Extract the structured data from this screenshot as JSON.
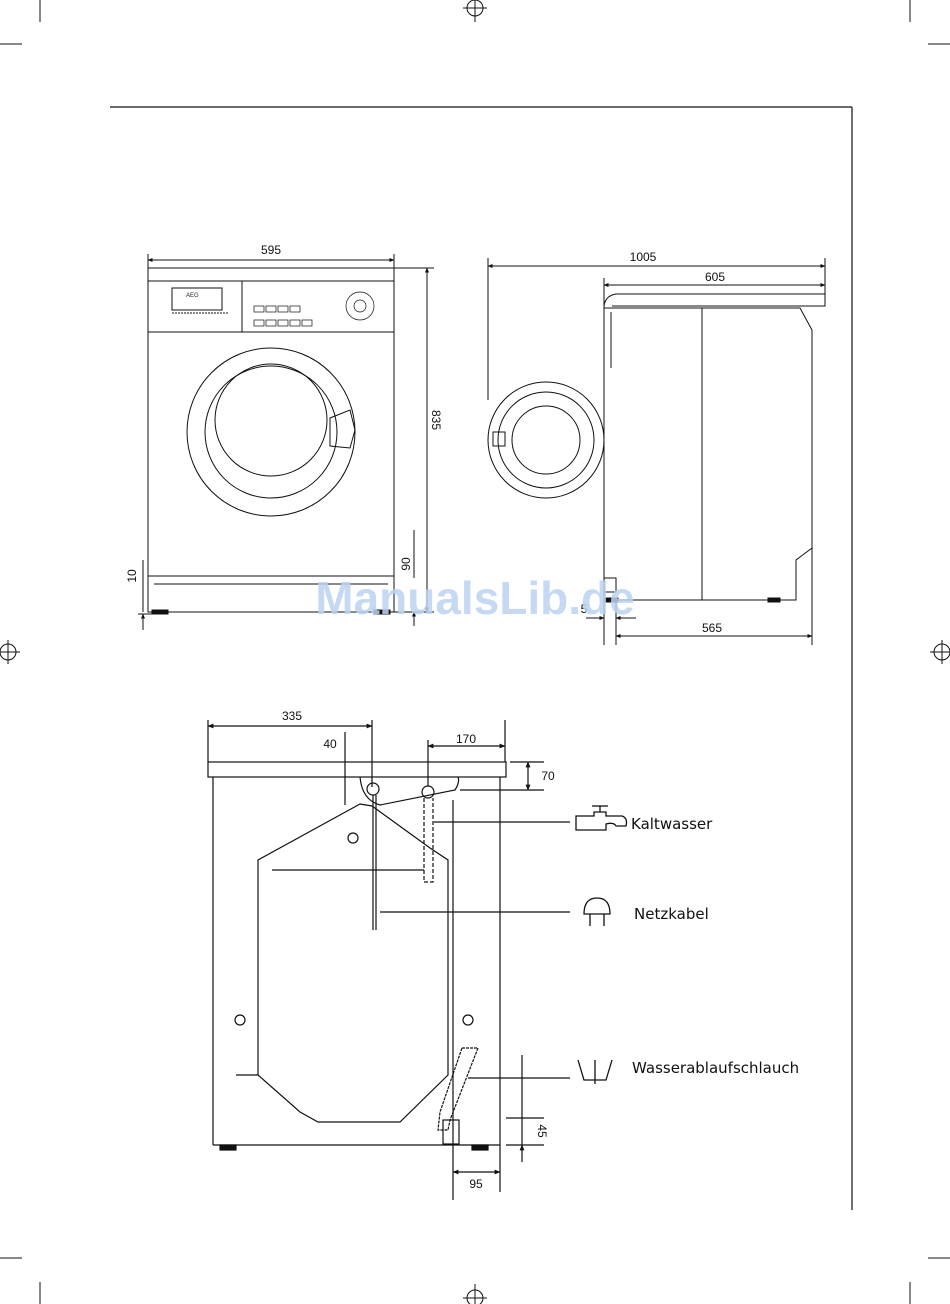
{
  "front_view": {
    "width": "595",
    "height": "835",
    "foot_height": "10",
    "kick_height": "90",
    "brand": "AEG"
  },
  "side_view": {
    "door_open_depth": "1005",
    "depth": "605",
    "foot_offset": "5",
    "base_depth": "565"
  },
  "rear_view": {
    "dim_335": "335",
    "dim_40": "40",
    "dim_170": "170",
    "dim_70": "70",
    "dim_45": "45",
    "dim_95": "95",
    "label_cold_water": "Kaltwasser",
    "label_power_cable": "Netzkabel",
    "label_drain_hose": "Wasserablaufschlauch"
  },
  "watermark": "ManualsLib.de"
}
